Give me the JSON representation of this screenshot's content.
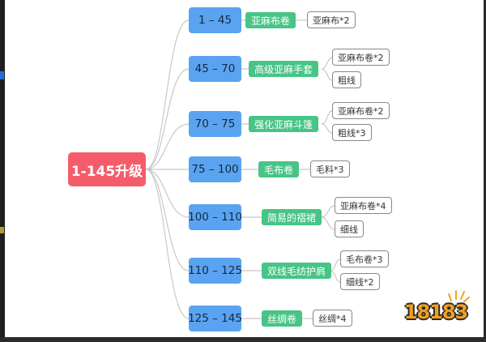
{
  "root": {
    "label": "1-145升级"
  },
  "ranges": [
    {
      "label": "1 – 45",
      "item": "亚麻布卷",
      "materials": [
        "亚麻布*2"
      ]
    },
    {
      "label": "45 – 70",
      "item": "高级亚麻手套",
      "materials": [
        "亚麻布卷*2",
        "粗线"
      ]
    },
    {
      "label": "70 – 75",
      "item": "强化亚麻斗篷",
      "materials": [
        "亚麻布卷*2",
        "粗线*3"
      ]
    },
    {
      "label": "75 – 100",
      "item": "毛布卷",
      "materials": [
        "毛料*3"
      ]
    },
    {
      "label": "100 – 110",
      "item": "简易的褶裙",
      "materials": [
        "亚麻布卷*4",
        "细线"
      ]
    },
    {
      "label": "110 – 125",
      "item": "双线毛纺护肩",
      "materials": [
        "毛布卷*3",
        "细线*2"
      ]
    },
    {
      "label": "125 – 145",
      "item": "丝绸卷",
      "materials": [
        "丝绸*4"
      ]
    }
  ],
  "watermark": {
    "text": "18183"
  },
  "colors": {
    "root": "#f45c6a",
    "range": "#5aa3f0",
    "item": "#47c486",
    "material_border": "#888888",
    "connector": "#c8c8c8"
  }
}
